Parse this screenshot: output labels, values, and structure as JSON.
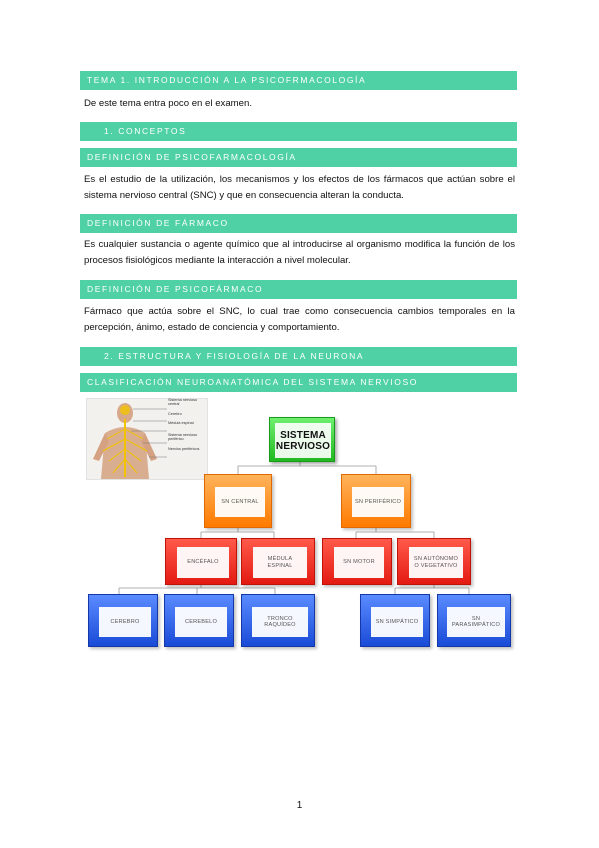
{
  "headings": {
    "tema": "TEMA 1. INTRODUCCIÓN A LA PSICOFRMACOLOGÍA",
    "conceptos": "1.   CONCEPTOS",
    "def_psicofarmacologia": "DEFINICIÓN DE PSICOFARMACOLOGÍA",
    "def_farmaco": "DEFINICIÓN DE FÁRMACO",
    "def_psicofarmaco": "DEFINICIÓN DE PSICOFÁRMACO",
    "estructura": "2.   ESTRUCTURA Y FISIOLOGÍA DE LA NEURONA",
    "clasificacion": "CLASIFICACIÓN NEUROANATÓMICA DEL SISTEMA NERVIOSO"
  },
  "paragraphs": {
    "examen": "De este tema entra poco en el examen.",
    "psicofarmacologia": "Es el estudio de la utilización, los mecanismos y los efectos de los fármacos que actúan sobre el sistema nervioso central (SNC) y que en consecuencia alteran la conducta.",
    "farmaco": "Es cualquier sustancia o agente químico que al introducirse al organismo modifica la función de los procesos fisiológicos mediante la interacción a nivel molecular.",
    "psicofarmaco": "Fármaco que actúa sobre el SNC, lo cual trae como consecuencia cambios temporales en la percepción, ánimo, estado de conciencia y comportamiento."
  },
  "body_figure": {
    "labels": [
      "Sistema nervioso central",
      "Cerebro",
      "Médula espinal",
      "Sistema nervioso periférico",
      "Nervios periféricos"
    ]
  },
  "diagram": {
    "root": "SISTEMA NERVIOSO",
    "snc": "SN CENTRAL",
    "snp": "SN PERIFÉRICO",
    "encefalo": "ENCÉFALO",
    "medula": "MÉDULA ESPINAL",
    "motor": "SN MOTOR",
    "autonomo": "SN AUTÓNOMO O VEGETATIVO",
    "cerebro": "CEREBRO",
    "cerebelo": "CEREBELO",
    "tronco": "TRONCO RAQUÍDEO",
    "simpatico": "SN SIMPÁTICO",
    "parasimpatico": "SN PARASIMPÁTICO"
  },
  "colors": {
    "heading_bar": "#4fd1a5",
    "root_node": "#2ecc2e",
    "level1_node": "#ff8c1a",
    "level2_node": "#f0261b",
    "level3_node": "#2255e0"
  },
  "page_number": "1"
}
